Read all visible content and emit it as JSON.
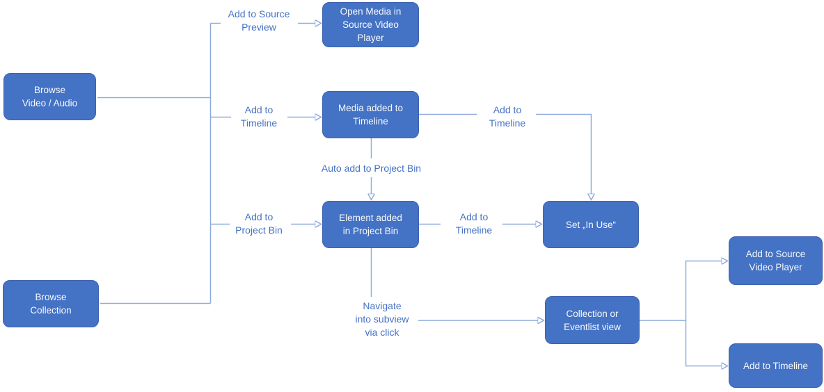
{
  "diagram": {
    "nodes": [
      {
        "id": "browse-video-audio",
        "label": "Browse\nVideo / Audio"
      },
      {
        "id": "open-media-source",
        "label": "Open Media in\nSource Video\nPlayer"
      },
      {
        "id": "media-added-timeline",
        "label": "Media added to\nTimeline"
      },
      {
        "id": "element-added-bin",
        "label": "Element added\nin Project Bin"
      },
      {
        "id": "set-in-use",
        "label": "Set „In Use“"
      },
      {
        "id": "browse-collection",
        "label": "Browse\nCollection"
      },
      {
        "id": "collection-eventlist",
        "label": "Collection or\nEventlist view"
      },
      {
        "id": "add-to-source-player",
        "label": "Add to Source\nVideo Player"
      },
      {
        "id": "add-to-timeline",
        "label": "Add to Timeline"
      }
    ],
    "edge_labels": [
      {
        "id": "add-to-source-preview",
        "text": "Add to Source\nPreview"
      },
      {
        "id": "add-to-timeline-left",
        "text": "Add to\nTimeline"
      },
      {
        "id": "auto-add-project-bin",
        "text": "Auto add to Project Bin"
      },
      {
        "id": "add-to-project-bin",
        "text": "Add to\nProject Bin"
      },
      {
        "id": "add-to-timeline-top",
        "text": "Add to\nTimeline"
      },
      {
        "id": "add-to-timeline-mid",
        "text": "Add to\nTimeline"
      },
      {
        "id": "navigate-subview",
        "text": "Navigate\ninto subview\nvia click"
      }
    ],
    "colors": {
      "node_fill": "#4472C4",
      "node_border": "#3D63AE",
      "node_text": "#FFFFFF",
      "edge_label_text": "#4472C4",
      "connector": "#8FAADC",
      "arrowhead": "#3E68BE"
    }
  }
}
